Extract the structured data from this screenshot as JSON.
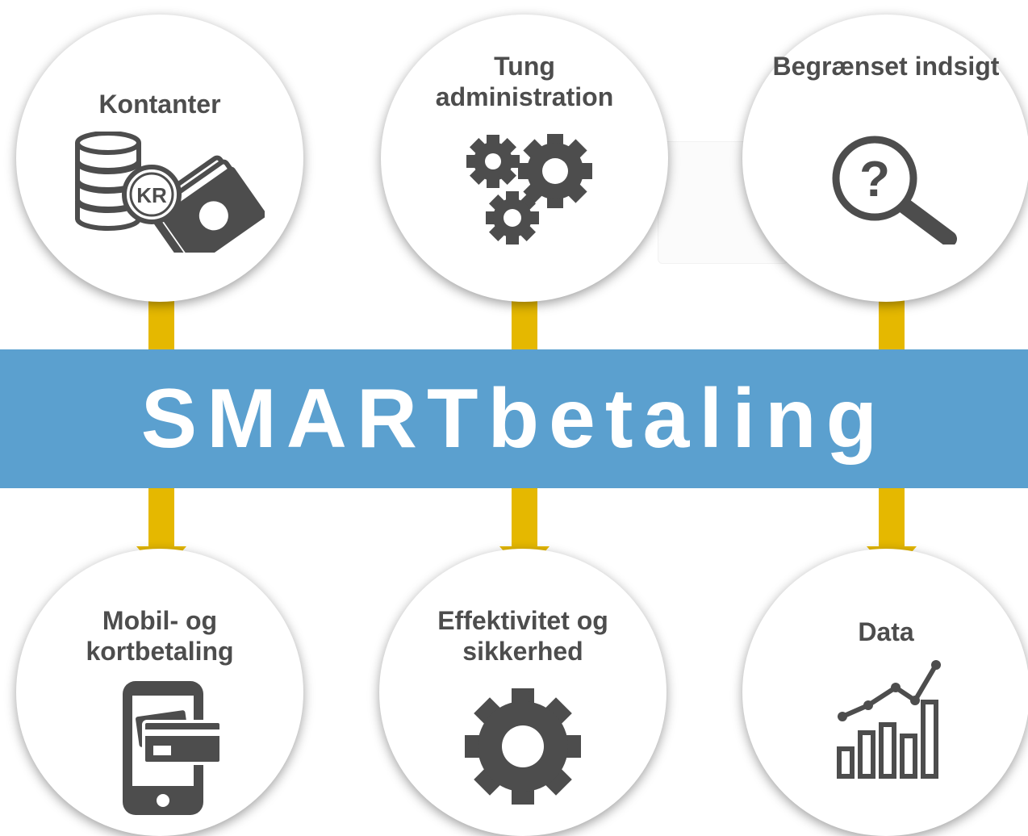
{
  "banner": {
    "title": "SMARTbetaling",
    "color": "#5ba0cf"
  },
  "connector_color": "#e5b800",
  "icon_color": "#4d4d4d",
  "top_items": [
    {
      "label": "Kontanter",
      "icon": "cash-icon"
    },
    {
      "label": "Tung administration",
      "icon": "gears-icon"
    },
    {
      "label": "Begrænset indsigt",
      "icon": "magnifier-question-icon"
    }
  ],
  "bottom_items": [
    {
      "label": "Mobil- og kortbetaling",
      "icon": "mobile-card-icon"
    },
    {
      "label": "Effektivitet og sikkerhed",
      "icon": "gear-icon"
    },
    {
      "label": "Data",
      "icon": "bar-chart-icon"
    }
  ]
}
